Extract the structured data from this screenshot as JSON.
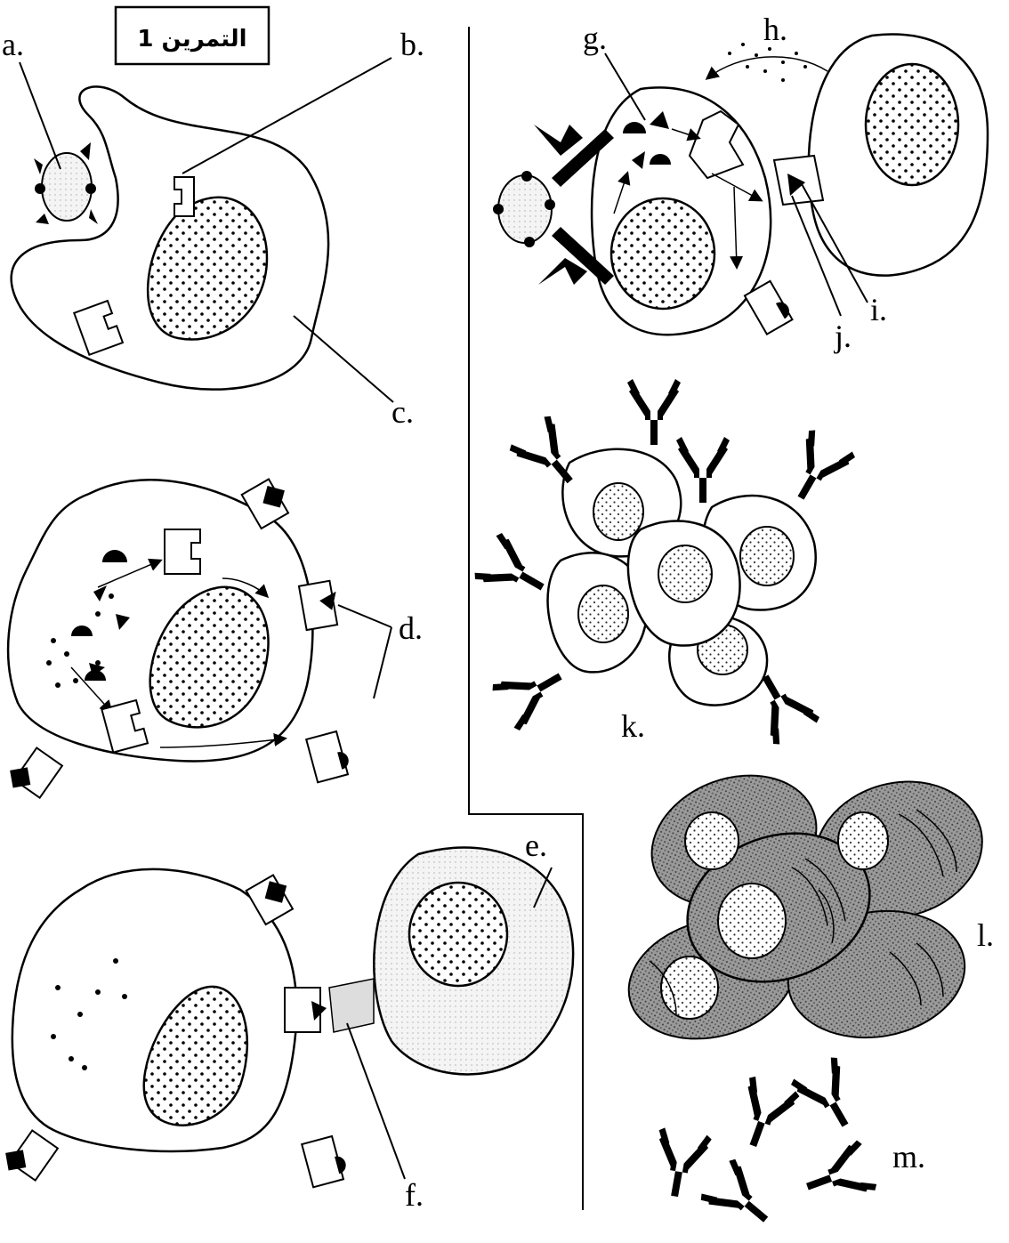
{
  "title": "التمرين 1",
  "labels": {
    "a": "a.",
    "b": "b.",
    "c": "c.",
    "d": "d.",
    "e": "e.",
    "f": "f.",
    "g": "g.",
    "h": "h.",
    "i": "i.",
    "j": "j.",
    "k": "k.",
    "l": "l.",
    "m": "m."
  }
}
